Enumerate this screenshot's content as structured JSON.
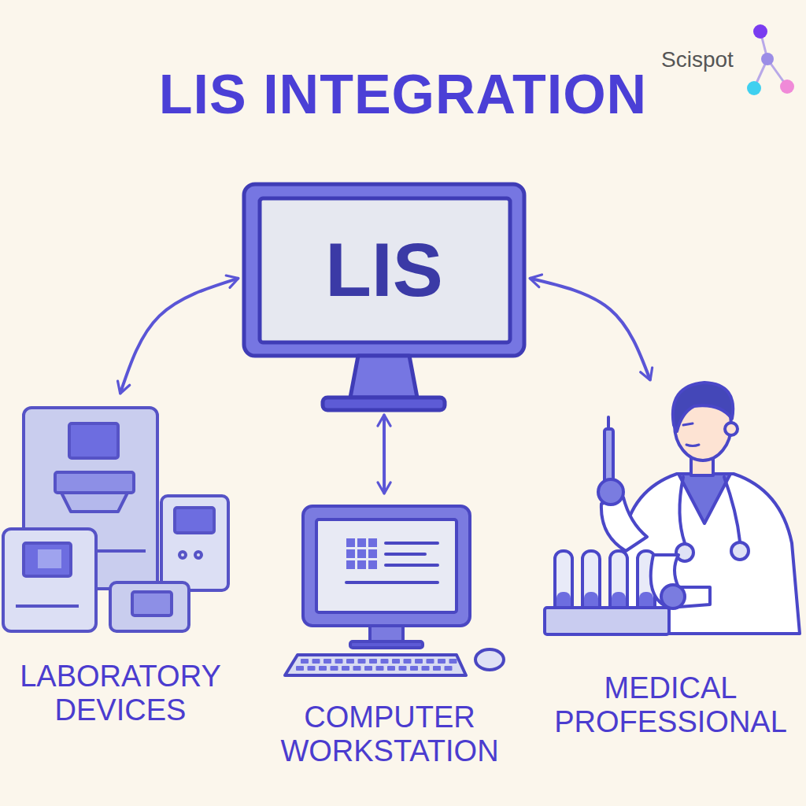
{
  "diagram": {
    "title": "LIS INTEGRATION",
    "nodes": [
      {
        "text": [
          "LIS"
        ]
      },
      {
        "text": [
          "LABORATORY DEVICES"
        ]
      },
      {
        "text": [
          "COMPUTER WORKSTATION"
        ]
      },
      {
        "text": [
          "MEDICAL PROFESSIONAL"
        ]
      }
    ],
    "edges": [
      {
        "from": 0,
        "to": 1,
        "arrow": "both"
      },
      {
        "from": 0,
        "to": 2,
        "arrow": "both"
      },
      {
        "from": 0,
        "to": 3,
        "arrow": "both"
      }
    ],
    "labels": [
      "Scispot"
    ]
  }
}
